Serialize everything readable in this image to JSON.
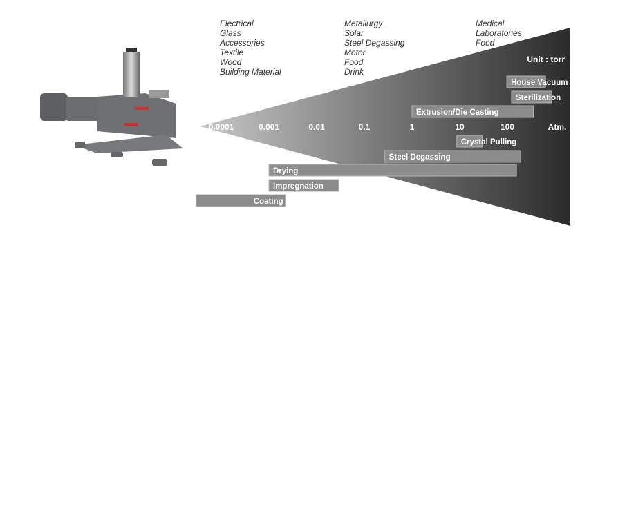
{
  "applications": [
    {
      "items": [
        "Electrical",
        "Glass",
        "Accessories",
        "Textile",
        "Wood",
        "Building Material"
      ]
    },
    {
      "items": [
        "Metallurgy",
        "Solar",
        "Steel Degassing",
        "Motor",
        "Food",
        "Drink"
      ]
    },
    {
      "items": [
        "Medical",
        "Laboratories",
        "Food"
      ]
    }
  ],
  "chart_data": {
    "type": "bar",
    "orientation": "horizontal-range",
    "unit_label": "Unit : torr",
    "xscale": "log",
    "ticks": [
      {
        "value": 0.0001,
        "label": "0.0001"
      },
      {
        "value": 0.001,
        "label": "0.001"
      },
      {
        "value": 0.01,
        "label": "0.01"
      },
      {
        "value": 0.1,
        "label": "0.1"
      },
      {
        "value": 1,
        "label": "1"
      },
      {
        "value": 10,
        "label": "10"
      },
      {
        "value": 100,
        "label": "100"
      },
      {
        "value": 760,
        "label": "Atm."
      }
    ],
    "bars": [
      {
        "name": "House Vacuum",
        "range": [
          97,
          630
        ],
        "align": "left"
      },
      {
        "name": "Sterilization",
        "range": [
          122,
          850
        ],
        "align": "left"
      },
      {
        "name": "Extrusion/Die Casting",
        "range": [
          1,
          350
        ],
        "align": "left"
      },
      {
        "name": "Crystal Pulling",
        "range": [
          8.7,
          30
        ],
        "align": "left"
      },
      {
        "name": "Steel Degassing",
        "range": [
          0.27,
          190
        ],
        "align": "left"
      },
      {
        "name": "Drying",
        "range": [
          0.001,
          155
        ],
        "align": "left"
      },
      {
        "name": "Impregnation",
        "range": [
          0.001,
          0.029
        ],
        "align": "left"
      },
      {
        "name": "Coating",
        "range": [
          3e-05,
          0.0022
        ],
        "align": "right"
      }
    ],
    "colors": {
      "bar": "#8c8c8c",
      "bar_border": "#b5b5b5",
      "wedge_light": "#c8c8c8",
      "wedge_dark": "#2b2b2b"
    }
  }
}
